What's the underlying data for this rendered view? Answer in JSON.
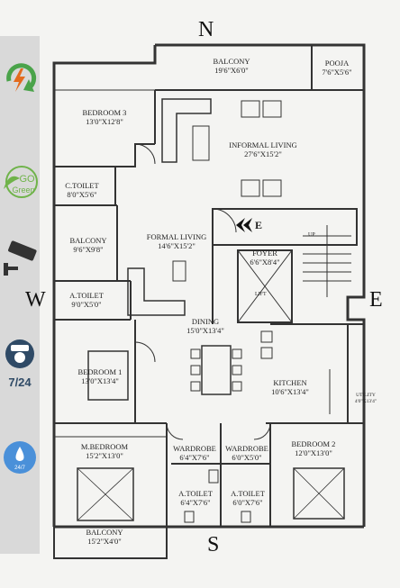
{
  "compass": {
    "north": "N",
    "south": "S",
    "east": "E",
    "west": "W"
  },
  "rooms": {
    "balcony_top": {
      "name": "BALCONY",
      "size": "19'6\"X6'0\""
    },
    "pooja": {
      "name": "POOJA",
      "size": "7'6\"X5'6\""
    },
    "bedroom3": {
      "name": "BEDROOM 3",
      "size": "13'0\"X12'8\""
    },
    "informal_living": {
      "name": "INFORMAL LIVING",
      "size": "27'6\"X15'2\""
    },
    "c_toilet": {
      "name": "C.TOILET",
      "size": "8'0\"X5'6\""
    },
    "balcony_left": {
      "name": "BALCONY",
      "size": "9'6\"X9'8\""
    },
    "formal_living": {
      "name": "FORMAL LIVING",
      "size": "14'6\"X15'2\""
    },
    "foyer": {
      "name": "FOYER",
      "size": "6'6\"X8'4\""
    },
    "a_toilet_left": {
      "name": "A.TOILET",
      "size": "9'0\"X5'0\""
    },
    "dining": {
      "name": "DINING",
      "size": "15'0\"X13'4\""
    },
    "bedroom1": {
      "name": "BEDROOM 1",
      "size": "13'0\"X13'4\""
    },
    "kitchen": {
      "name": "KITCHEN",
      "size": "10'6\"X13'4\""
    },
    "utility": {
      "name": "UTILITY",
      "size": "4'0\"X13'4\""
    },
    "m_bedroom": {
      "name": "M.BEDROOM",
      "size": "15'2\"X13'0\""
    },
    "wardrobe1": {
      "name": "WARDROBE",
      "size": "6'4\"X7'6\""
    },
    "wardrobe2": {
      "name": "WARDROBE",
      "size": "6'0\"X5'0\""
    },
    "bedroom2": {
      "name": "BEDROOM 2",
      "size": "12'0\"X13'0\""
    },
    "a_toilet1": {
      "name": "A.TOILET",
      "size": "6'4\"X7'6\""
    },
    "a_toilet2": {
      "name": "A.TOILET",
      "size": "6'0\"X7'6\""
    },
    "balcony_bottom": {
      "name": "BALCONY",
      "size": "15'2\"X4'0\""
    }
  },
  "entrance_label": "E",
  "lift_label": "LIFT",
  "up_label": "UP",
  "sidebar": {
    "go_green_text": "GO Green",
    "security_text": "7/24",
    "water_text": "24/7"
  },
  "colors": {
    "sidebar_bg": "#d9d9d9",
    "green": "#4aa34a",
    "orange": "#e36b1e",
    "dark_icon": "#333333",
    "blue": "#4a90d9"
  }
}
